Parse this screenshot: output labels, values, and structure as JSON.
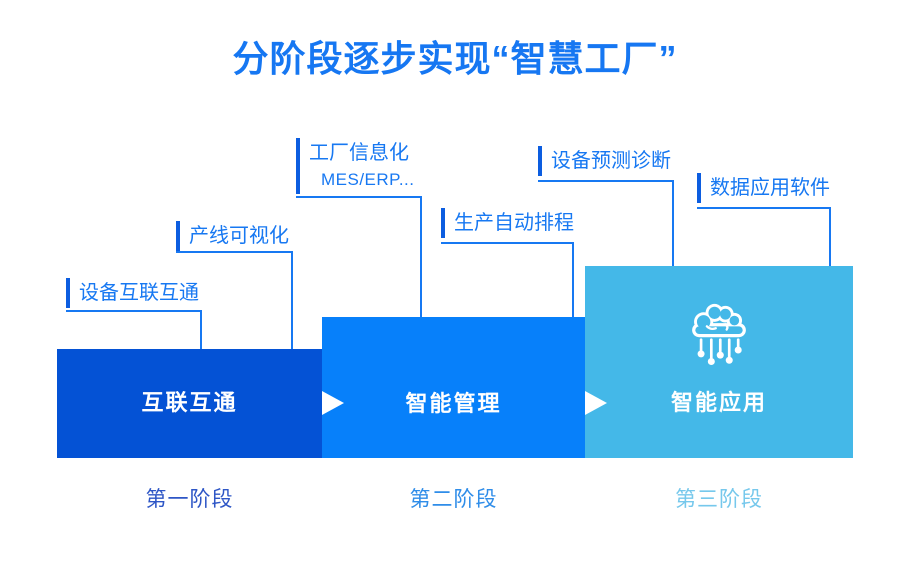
{
  "title": "分阶段逐步实现“智慧工厂”",
  "colors": {
    "title": "#1677f2",
    "callout_text": "#1778f2",
    "accent_bar": "#0c5de0",
    "connector": "#1778f2",
    "block1": "#0452d5",
    "block2": "#0780fa",
    "block3": "#44b8e8",
    "phase1": "#2e56c6",
    "phase2": "#2f8de9",
    "phase3": "#76c8ec"
  },
  "callouts": [
    {
      "label": "设备互联互通"
    },
    {
      "label": "产线可视化"
    },
    {
      "label": "工厂信息化",
      "sublabel": "MES/ERP..."
    },
    {
      "label": "生产自动排程"
    },
    {
      "label": "设备预测诊断"
    },
    {
      "label": "数据应用软件"
    }
  ],
  "stages": [
    {
      "name": "互联互通",
      "phase": "第一阶段"
    },
    {
      "name": "智能管理",
      "phase": "第二阶段"
    },
    {
      "name": "智能应用",
      "phase": "第三阶段"
    }
  ],
  "icons": {
    "cloud": "cloud-iot-icon",
    "arrow": "arrow-right-icon"
  }
}
